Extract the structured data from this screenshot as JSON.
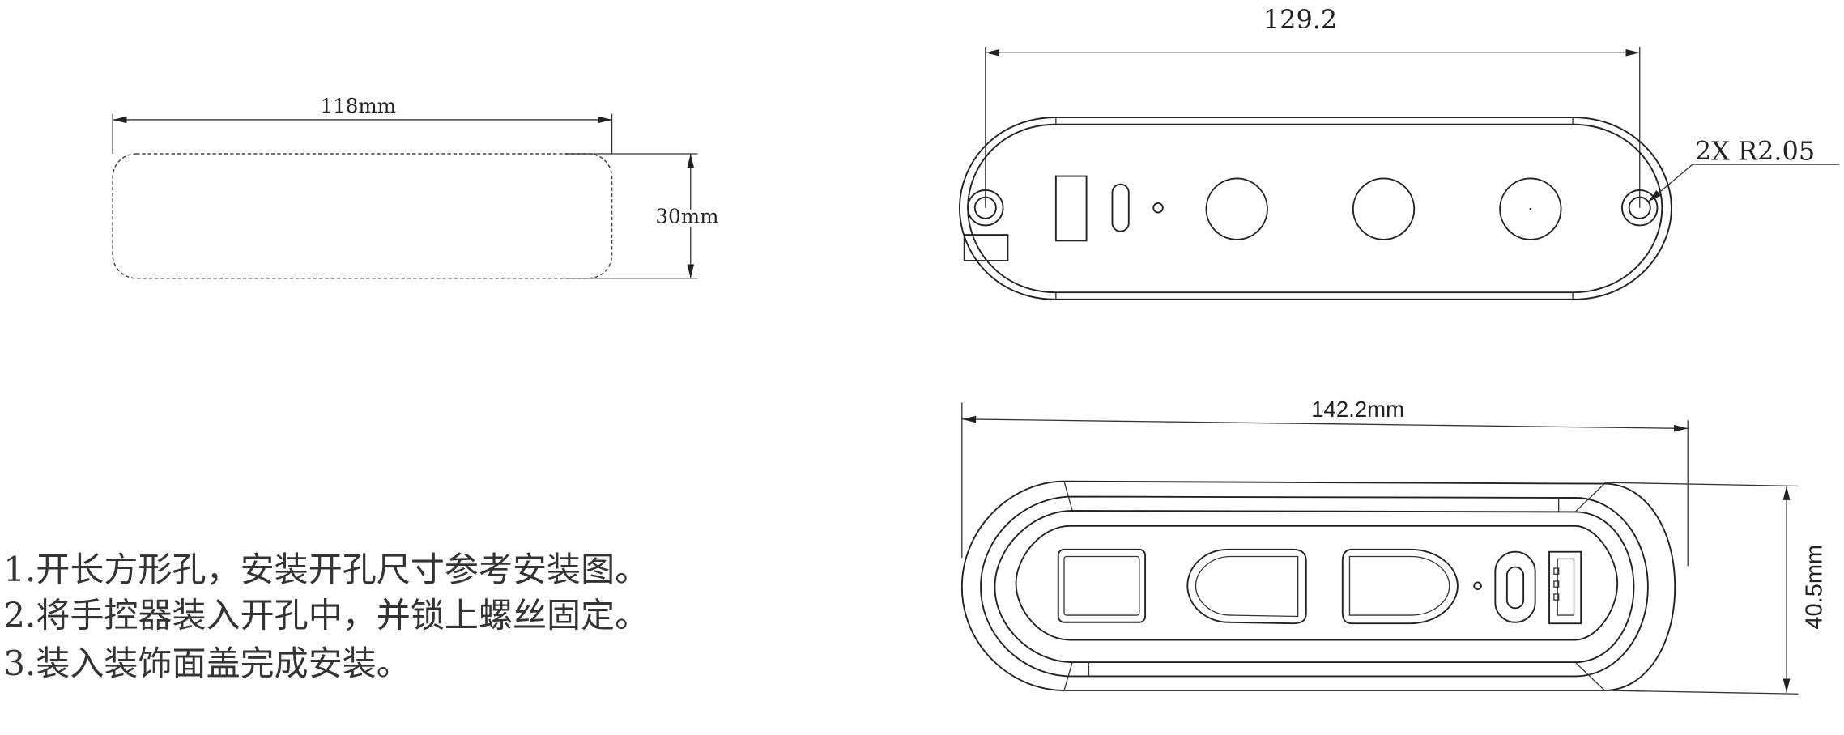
{
  "cutout_view": {
    "width_label": "118mm",
    "height_label": "30mm"
  },
  "back_view": {
    "width_label": "129.2",
    "hole_label": "2X R2.05"
  },
  "front_view": {
    "width_label": "142.2mm",
    "height_label": "40.5mm"
  },
  "notes": [
    "1.开长方形孔，安装开孔尺寸参考安装图。",
    "2.将手控器装入开孔中，并锁上螺丝固定。",
    "3.装入装饰面盖完成安装。"
  ]
}
